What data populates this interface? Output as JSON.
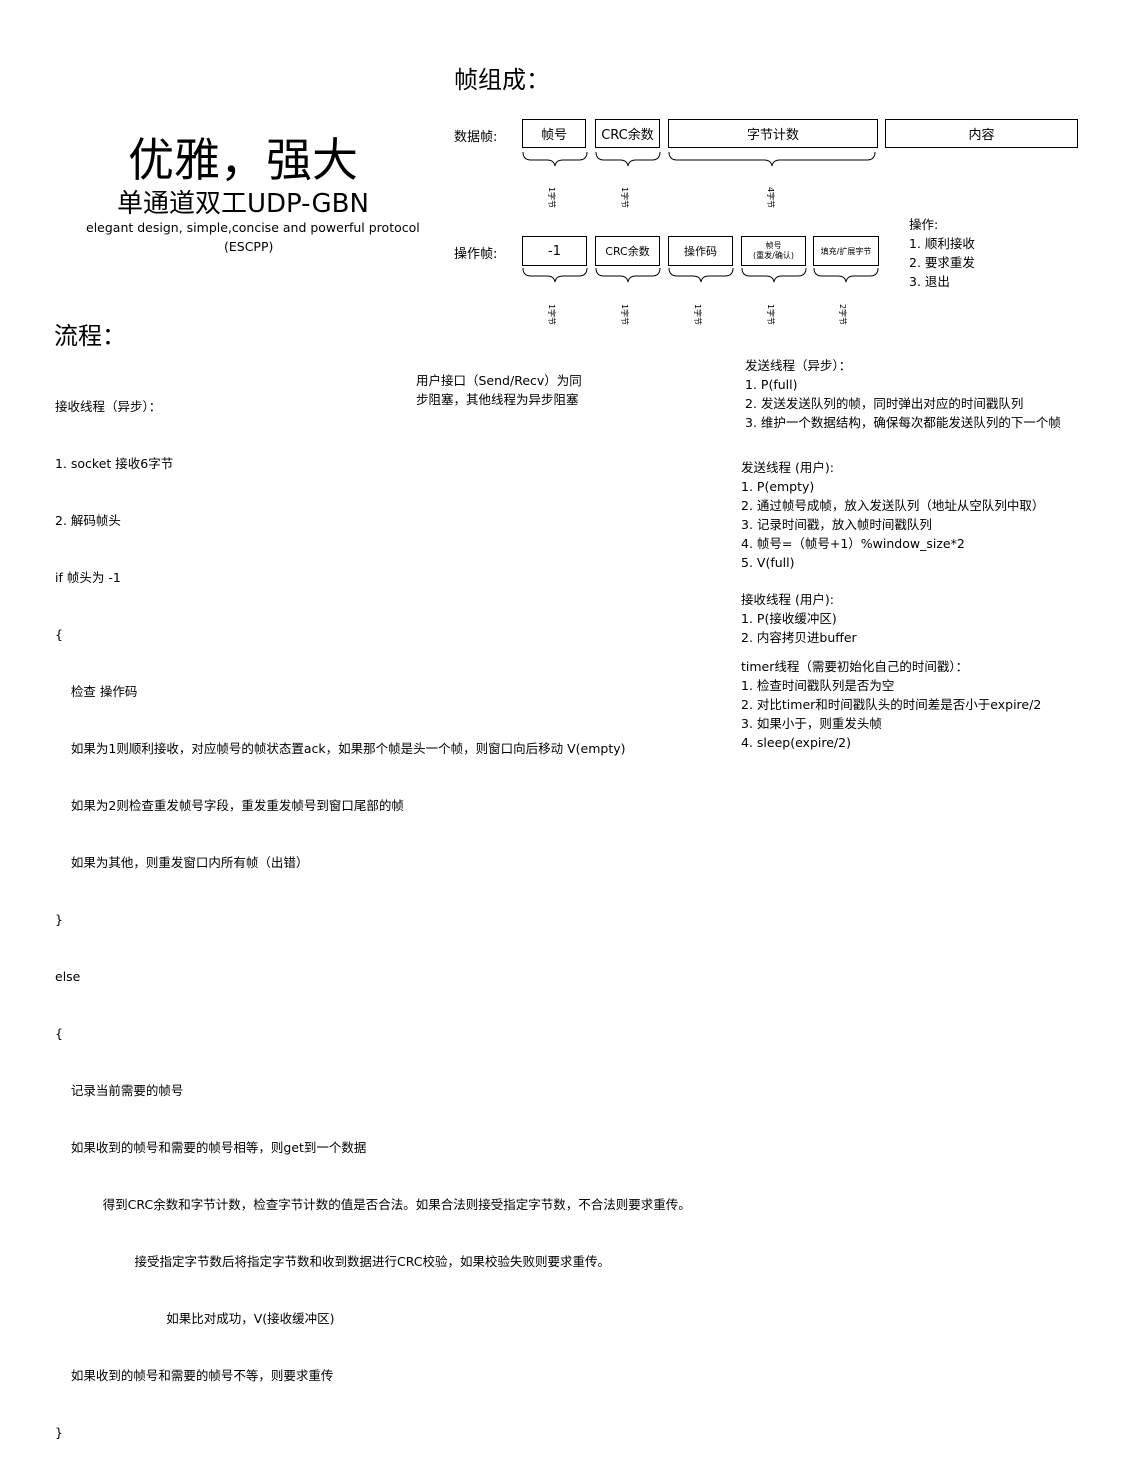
{
  "title": {
    "main": "优雅，强大",
    "sub": "单通道双工UDP-GBN",
    "desc_line1": "elegant design, simple,concise and powerful protocol",
    "desc_line2": "(ESCPP)"
  },
  "frame_section": {
    "heading": "帧组成：",
    "data_frame": {
      "label": "数据帧:",
      "fields": [
        "帧号",
        "CRC余数",
        "字节计数",
        "内容"
      ],
      "sizes": [
        "1字节",
        "1字节",
        "4字节"
      ]
    },
    "op_frame": {
      "label": "操作帧:",
      "fields": [
        "-1",
        "CRC余数",
        "操作码",
        "帧号",
        "填充/扩展字节"
      ],
      "field4_sub": "(重发/确认)",
      "sizes": [
        "1字节",
        "1字节",
        "1字节",
        "1字节",
        "2字节"
      ]
    },
    "ops": {
      "title": "操作:",
      "items": [
        "1. 顺利接收",
        "2. 要求重发",
        "3. 退出"
      ]
    }
  },
  "flow": {
    "heading": "流程：",
    "recv_async": [
      "接收线程（异步）：",
      "1. socket 接收6字节",
      "2. 解码帧头",
      "if 帧头为 -1",
      "{",
      "    检查 操作码",
      "    如果为1则顺利接收，对应帧号的帧状态置ack，如果那个帧是头一个帧，则窗口向后移动 V(empty)",
      "    如果为2则检查重发帧号字段，重发重发帧号到窗口尾部的帧",
      "    如果为其他，则重发窗口内所有帧（出错）",
      "}",
      "else",
      "{",
      "    记录当前需要的帧号",
      "    如果收到的帧号和需要的帧号相等，则get到一个数据",
      "            得到CRC余数和字节计数，检查字节计数的值是否合法。如果合法则接受指定字节数，不合法则要求重传。",
      "                    接受指定字节数后将指定字节数和收到数据进行CRC校验，如果校验失败则要求重传。",
      "                            如果比对成功，V(接收缓冲区)",
      "    如果收到的帧号和需要的帧号不等，则要求重传",
      "}"
    ],
    "user_api": [
      "用户接口（Send/Recv）为同",
      "步阻塞，其他线程为异步阻塞"
    ],
    "send_async": [
      "发送线程（异步）：",
      "1. P(full)",
      "2. 发送发送队列的帧，同时弹出对应的时间戳队列",
      "3. 维护一个数据结构，确保每次都能发送队列的下一个帧"
    ],
    "send_user": [
      "发送线程 (用户):",
      "1. P(empty)",
      "2. 通过帧号成帧，放入发送队列（地址从空队列中取）",
      "3. 记录时间戳，放入帧时间戳队列",
      "4. 帧号=（帧号+1）%window_size*2",
      "5. V(full)"
    ],
    "recv_user": [
      "接收线程 (用户):",
      "1. P(接收缓冲区)",
      "2. 内容拷贝进buffer"
    ],
    "timer": [
      "timer线程（需要初始化自己的时间戳）：",
      "1. 检查时间戳队列是否为空",
      "2. 对比timer和时间戳队头的时间差是否小于expire/2",
      "3. 如果小于，则重发头帧",
      "4. sleep(expire/2)"
    ]
  }
}
